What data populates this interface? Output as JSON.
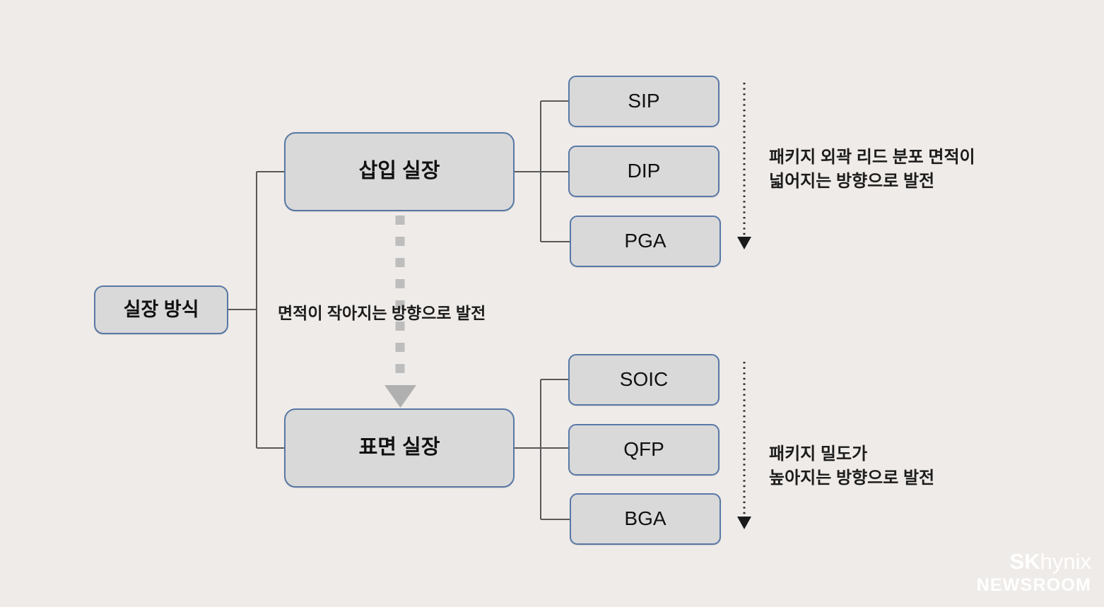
{
  "page": {
    "background_color": "#efebe8",
    "node_fill": "#d9d9d9",
    "node_border": "#5878a6",
    "connector_color": "#595959",
    "dashed_arrow_color": "#b4b4b4",
    "dotted_arrow_color": "#2b2b2b",
    "text_color": "#1c1c1c"
  },
  "diagram": {
    "type": "tree",
    "root": {
      "label": "실장 방식"
    },
    "branches": [
      {
        "label": "삽입 실장",
        "leaves": [
          "SIP",
          "DIP",
          "PGA"
        ],
        "annotation": "패키지 외곽 리드 분포 면적이\n넓어지는 방향으로 발전"
      },
      {
        "label": "표면 실장",
        "leaves": [
          "SOIC",
          "QFP",
          "BGA"
        ],
        "annotation": "패키지 밀도가\n높아지는 방향으로 발전"
      }
    ],
    "center_caption": "면적이 작아지는 방향으로 발전"
  },
  "leaves": {
    "sip": "SIP",
    "dip": "DIP",
    "pga": "PGA",
    "soic": "SOIC",
    "qfp": "QFP",
    "bga": "BGA"
  },
  "annotations": {
    "top": "패키지 외곽 리드 분포 면적이\n넓어지는 방향으로 발전",
    "bottom": "패키지 밀도가\n높아지는 방향으로 발전"
  },
  "watermark": {
    "brand_sk": "SK",
    "brand_hynix": "hynix",
    "sub": "NEWSROOM"
  }
}
